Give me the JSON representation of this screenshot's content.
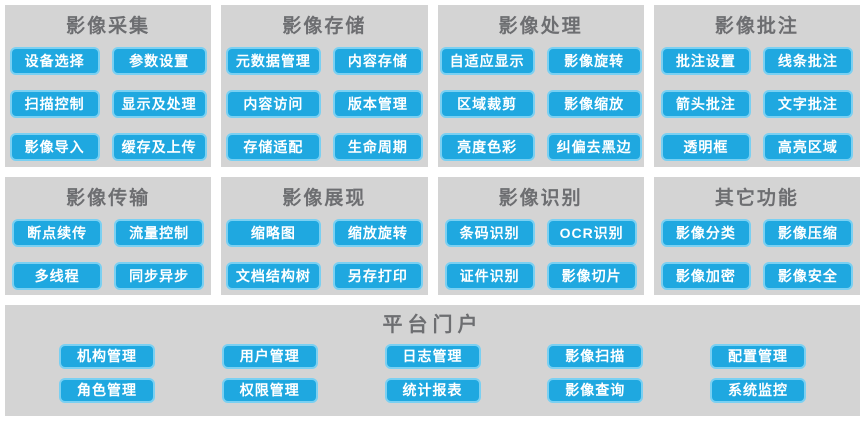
{
  "theme": {
    "accent_blue": "#1fa8e0",
    "button_border_blue": "#7ad0f2",
    "panel_gray": "#d4d4d4",
    "title_gray": "#6d6e71",
    "button_text_color": "#ffffff",
    "page_background": "#ffffff"
  },
  "panels": [
    {
      "title": "影像采集",
      "buttons": [
        "设备选择",
        "参数设置",
        "扫描控制",
        "显示及处理",
        "影像导入",
        "缓存及上传"
      ]
    },
    {
      "title": "影像存储",
      "buttons": [
        "元数据管理",
        "内容存储",
        "内容访问",
        "版本管理",
        "存储适配",
        "生命周期"
      ]
    },
    {
      "title": "影像处理",
      "buttons": [
        "自适应显示",
        "影像旋转",
        "区域裁剪",
        "影像缩放",
        "亮度色彩",
        "纠偏去黑边"
      ]
    },
    {
      "title": "影像批注",
      "buttons": [
        "批注设置",
        "线条批注",
        "箭头批注",
        "文字批注",
        "透明框",
        "高亮区域"
      ]
    },
    {
      "title": "影像传输",
      "buttons": [
        "断点续传",
        "流量控制",
        "多线程",
        "同步异步"
      ]
    },
    {
      "title": "影像展现",
      "buttons": [
        "缩略图",
        "缩放旋转",
        "文档结构树",
        "另存打印"
      ]
    },
    {
      "title": "影像识别",
      "buttons": [
        "条码识别",
        "OCR识别",
        "证件识别",
        "影像切片"
      ]
    },
    {
      "title": "其它功能",
      "buttons": [
        "影像分类",
        "影像压缩",
        "影像加密",
        "影像安全"
      ]
    }
  ],
  "portal": {
    "title": "平台门户",
    "buttons": [
      "机构管理",
      "用户管理",
      "日志管理",
      "影像扫描",
      "配置管理",
      "角色管理",
      "权限管理",
      "统计报表",
      "影像查询",
      "系统监控"
    ]
  }
}
